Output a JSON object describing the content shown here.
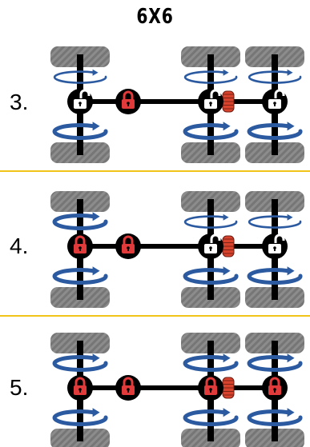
{
  "title": "6X6",
  "colors": {
    "tire": "#8a8a8a",
    "tire_stripe": "#6e6e6e",
    "axle": "#000000",
    "arrow": "#2c5aa0",
    "lock_red": "#e03a3a",
    "lock_white": "#ffffff",
    "coupler": "#d8432e",
    "divider": "#f0c419"
  },
  "configs": [
    {
      "label": "3.",
      "locks": [
        "unlocked",
        "locked",
        "unlocked",
        "unlocked"
      ],
      "wheels": {
        "left_top": "thin",
        "left_bottom": "thick",
        "mid_top": "thin",
        "mid_bottom": "thick",
        "right_top": "thin",
        "right_bottom": "thick"
      }
    },
    {
      "label": "4.",
      "locks": [
        "locked",
        "locked",
        "unlocked",
        "unlocked"
      ],
      "wheels": {
        "left_top": "thick",
        "left_bottom": "thick",
        "mid_top": "thin",
        "mid_bottom": "thick",
        "right_top": "thin",
        "right_bottom": "thick"
      }
    },
    {
      "label": "5.",
      "locks": [
        "locked",
        "locked",
        "locked",
        "locked"
      ],
      "wheels": {
        "left_top": "thick",
        "left_bottom": "thick",
        "mid_top": "thick",
        "mid_bottom": "thick",
        "right_top": "thick",
        "right_bottom": "thick"
      }
    }
  ]
}
